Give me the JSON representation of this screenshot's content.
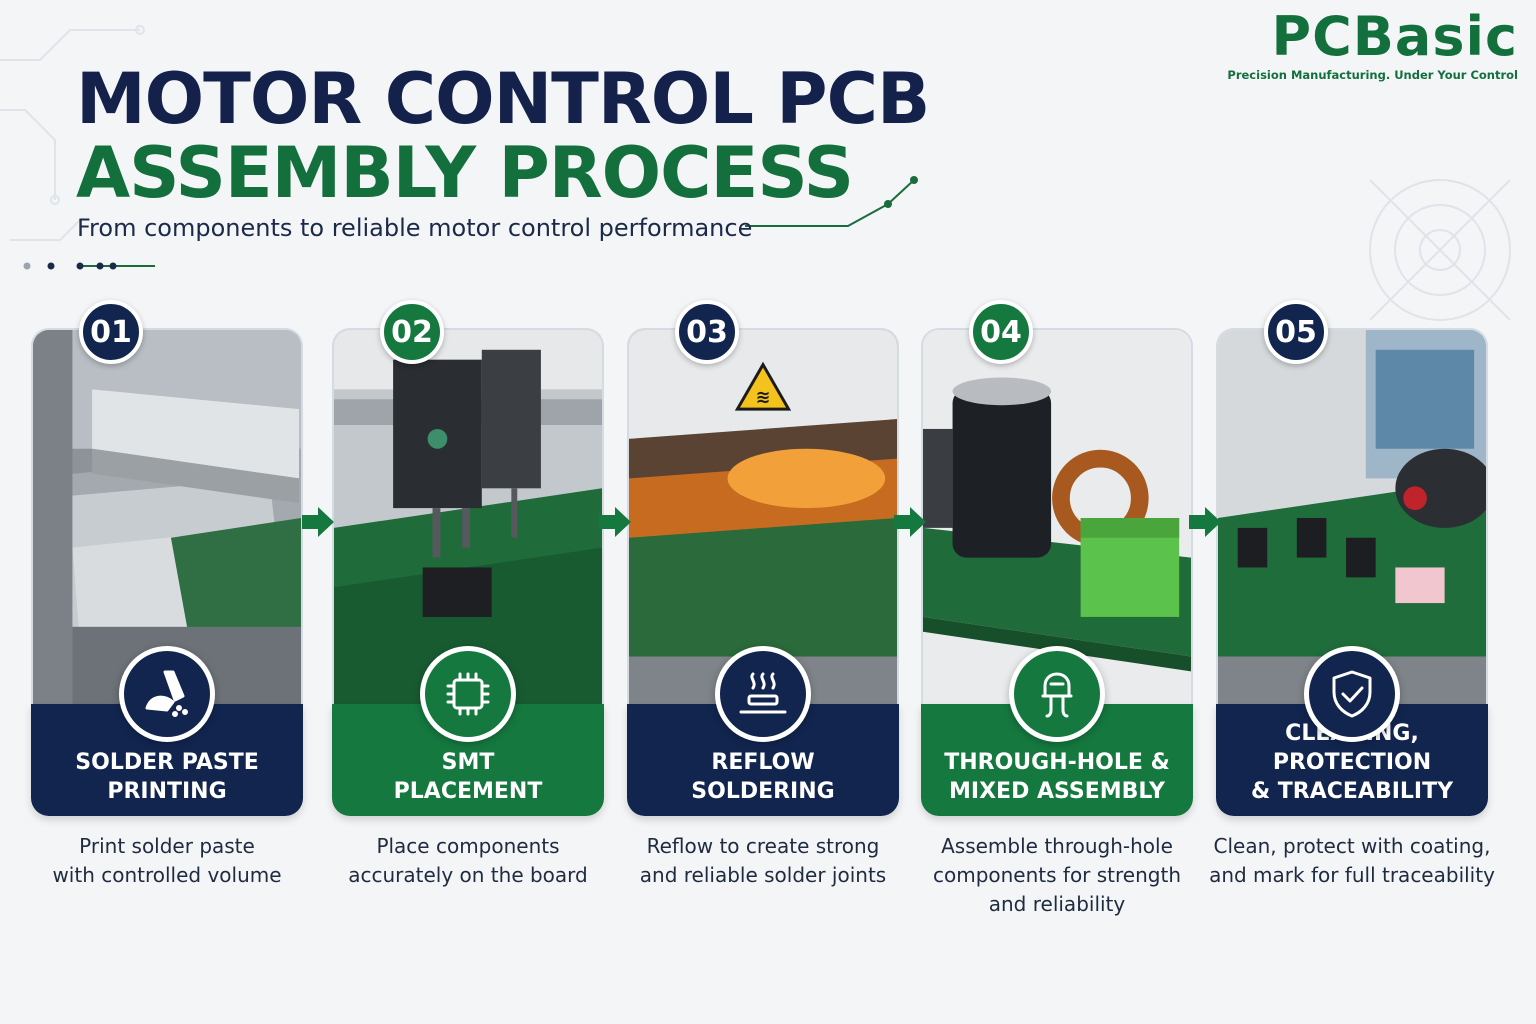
{
  "header": {
    "title_line1": "MOTOR CONTROL PCB",
    "title_line2": "ASSEMBLY PROCESS",
    "subtitle": "From components to reliable motor control performance"
  },
  "logo": {
    "name": "PCBasic",
    "tagline": "Precision Manufacturing. Under Your Control"
  },
  "colors": {
    "navy": "#12254f",
    "green": "#15783f",
    "title_navy": "#13214b",
    "title_green": "#13703d",
    "background": "#f3f5f7"
  },
  "steps": [
    {
      "number": "01",
      "title": "SOLDER PASTE\nPRINTING",
      "description": "Print solder paste\nwith controlled volume",
      "icon": "solder-paste-icon",
      "color": "navy"
    },
    {
      "number": "02",
      "title": "SMT\nPLACEMENT",
      "description": "Place components\naccurately on the board",
      "icon": "chip-icon",
      "color": "green"
    },
    {
      "number": "03",
      "title": "REFLOW\nSOLDERING",
      "description": "Reflow to create strong\nand reliable solder joints",
      "icon": "heat-icon",
      "color": "navy"
    },
    {
      "number": "04",
      "title": "THROUGH-HOLE &\nMIXED ASSEMBLY",
      "description": "Assemble through-hole\ncomponents for strength\nand reliability",
      "icon": "through-hole-component-icon",
      "color": "green"
    },
    {
      "number": "05",
      "title": "CLEANING, PROTECTION\n& TRACEABILITY",
      "description": "Clean, protect with coating,\nand mark for full traceability",
      "icon": "shield-check-icon",
      "color": "navy"
    }
  ]
}
